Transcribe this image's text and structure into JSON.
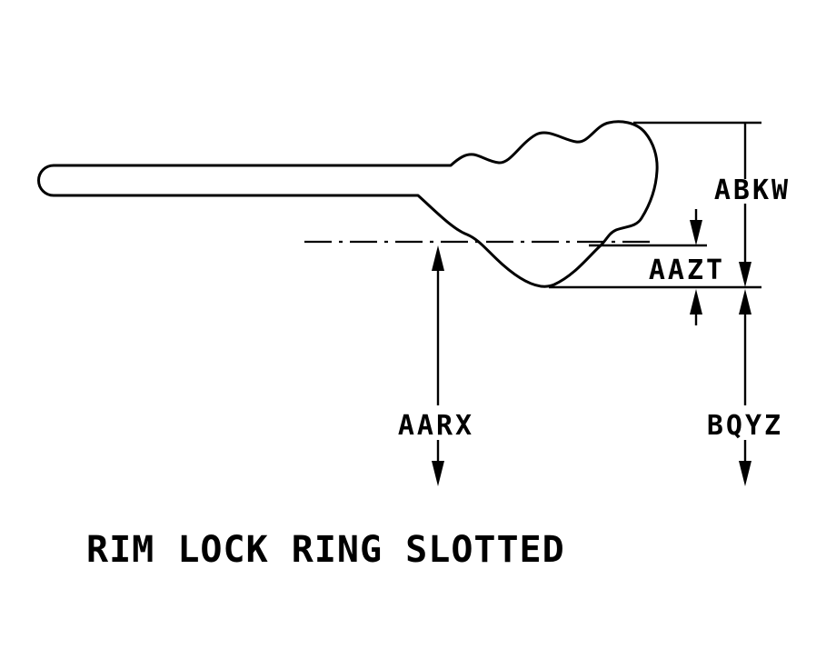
{
  "diagram": {
    "type": "technical-part-drawing",
    "part_title": "RIM LOCK RING SLOTTED",
    "dimension_labels": {
      "abkw": "ABKW",
      "aazt": "AAZT",
      "aarx": "AARX",
      "bqyz": "BQYZ"
    },
    "colors": {
      "ink": "#000000",
      "background": "#ffffff"
    }
  }
}
